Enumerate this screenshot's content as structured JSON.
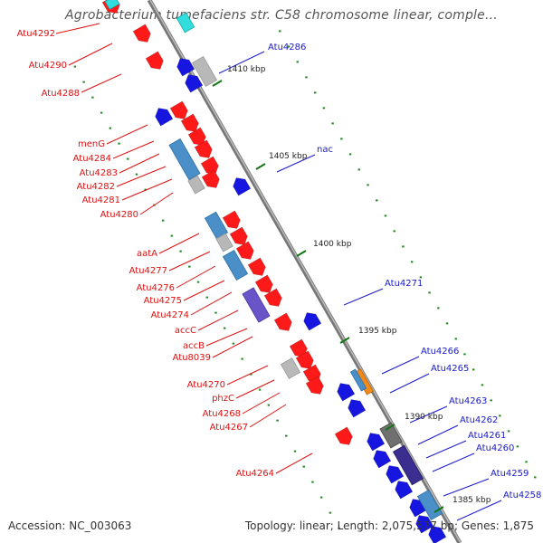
{
  "title": "Agrobacterium tumefaciens str. C58 chromosome linear, comple...",
  "accession": "Accession: NC_003063",
  "topology": "Topology: linear; Length: 2,075,577 bp; Genes: 1,875",
  "scale_labels": [
    "1410 kbp",
    "1405 kbp",
    "1400 kbp",
    "1395 kbp",
    "1390 kbp",
    "1385 kbp"
  ],
  "left_genes": [
    "Atu4292",
    "Atu4290",
    "Atu4288",
    "menG",
    "Atu4284",
    "Atu4283",
    "Atu4282",
    "Atu4281",
    "Atu4280",
    "aatA",
    "Atu4277",
    "Atu4276",
    "Atu4275",
    "Atu4274",
    "accC",
    "accB",
    "Atu8039",
    "Atu4270",
    "phzC",
    "Atu4268",
    "Atu4267",
    "Atu4264"
  ],
  "right_genes": [
    "Atu4286",
    "nac",
    "Atu4271",
    "Atu4266",
    "Atu4265",
    "Atu4263",
    "Atu4262",
    "Atu4261",
    "Atu4260",
    "Atu4259",
    "Atu4258"
  ],
  "colors": {
    "forward_gene": "#ff1a1a",
    "reverse_gene": "#1616e0",
    "left_label": "#dd1111",
    "right_label": "#1a1acc",
    "backbone": "#888888",
    "tick": "#1f8a1f"
  }
}
